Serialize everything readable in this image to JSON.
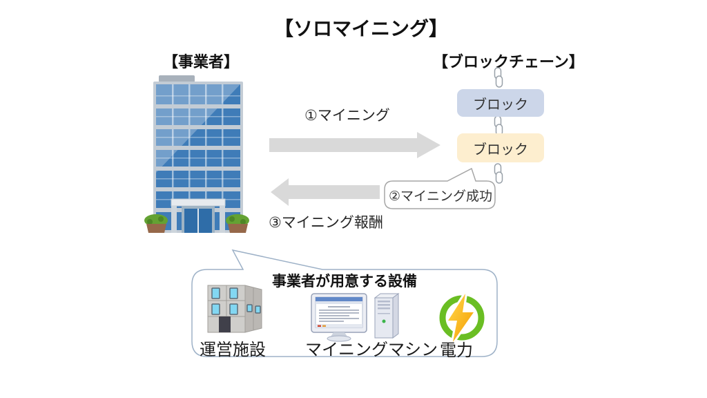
{
  "diagram": {
    "title": "【ソロマイニング】",
    "operator": {
      "label": "【事業者】",
      "illustration": "office-building"
    },
    "blockchain": {
      "label": "【ブロックチェーン】",
      "blocks": [
        {
          "label": "ブロック",
          "fill": "#ccd6e9"
        },
        {
          "label": "ブロック",
          "fill": "#fdeecf"
        }
      ],
      "chain_icon": "chain-link-icon"
    },
    "steps": {
      "mining": "①マイニング",
      "success": "②マイニング成功",
      "reward": "③マイニング報酬"
    },
    "equipment": {
      "title": "事業者が用意する設備",
      "items": [
        {
          "label": "運営施設",
          "icon": "facility-building-icon"
        },
        {
          "label": "マイニングマシン",
          "icon": "mining-machine-icon"
        },
        {
          "label": "電力",
          "icon": "electric-power-icon"
        }
      ]
    },
    "colors": {
      "arrow_gray": "#d9d9d9",
      "block_blue": "#ccd6e9",
      "block_yellow": "#fdeecf",
      "building_glass": "#3f7cb8",
      "bubble_border": "#9db1c7",
      "callout_border": "#a6a6a6",
      "power_ring_green": "#6abe23",
      "bolt_orange": "#f59c00",
      "bolt_yellow": "#ffd94d"
    }
  }
}
